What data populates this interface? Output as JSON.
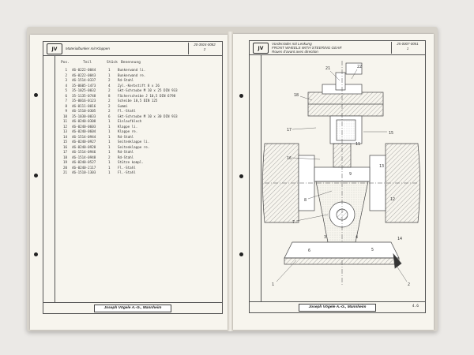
{
  "left_page": {
    "logo": "JV",
    "title": "Materialbunker mit Klappen",
    "doc_number": "20-3924-0082",
    "sheet": "2",
    "columns": {
      "pos": "Pos.",
      "part": "Teil",
      "qty": "Stück",
      "desc": "Benennung"
    },
    "parts": [
      {
        "pos": "1",
        "part": "46-0222-0044",
        "qty": "1",
        "desc": "Bunkerwand li."
      },
      {
        "pos": "2",
        "part": "46-0222-0043",
        "qty": "1",
        "desc": "Bunkerwand re."
      },
      {
        "pos": "3",
        "part": "46-1514-0337",
        "qty": "2",
        "desc": "Rd-Stahl"
      },
      {
        "pos": "4",
        "part": "35-0605-1473",
        "qty": "4",
        "desc": "Zyl.-Kerbstift 8 x 26"
      },
      {
        "pos": "5",
        "part": "35-1025-0032",
        "qty": "2",
        "desc": "Gkt-Schraube M 10 x 25  DIN 933"
      },
      {
        "pos": "6",
        "part": "35-1135-0748",
        "qty": "8",
        "desc": "Fächerscheibe J 10,5  DIN 6798"
      },
      {
        "pos": "7",
        "part": "35-0016-0123",
        "qty": "2",
        "desc": "Scheibe 10,5  DIN 125"
      },
      {
        "pos": "8",
        "part": "46-0111-0016",
        "qty": "2",
        "desc": "Gummi"
      },
      {
        "pos": "9",
        "part": "46-1510-0305",
        "qty": "2",
        "desc": "Fl.-Stahl"
      },
      {
        "pos": "10",
        "part": "35-1030-0033",
        "qty": "6",
        "desc": "Gkt-Schraube M 10 x 30  DIN 933"
      },
      {
        "pos": "11",
        "part": "46-0240-0308",
        "qty": "1",
        "desc": "Einlaufblech"
      },
      {
        "pos": "12",
        "part": "46-0240-0603",
        "qty": "1",
        "desc": "Klappe li."
      },
      {
        "pos": "13",
        "part": "46-0240-0604",
        "qty": "1",
        "desc": "Klappe re."
      },
      {
        "pos": "14",
        "part": "46-1514-0944",
        "qty": "1",
        "desc": "Rd-Stahl"
      },
      {
        "pos": "15",
        "part": "46-0240-0927",
        "qty": "1",
        "desc": "Seitenklappe li."
      },
      {
        "pos": "16",
        "part": "46-0240-0928",
        "qty": "1",
        "desc": "Seitenklappe re."
      },
      {
        "pos": "17",
        "part": "46-1514-0946",
        "qty": "1",
        "desc": "Rd-Stahl"
      },
      {
        "pos": "18",
        "part": "46-1514-0948",
        "qty": "2",
        "desc": "Rd-Stahl"
      },
      {
        "pos": "19",
        "part": "46-0240-0527",
        "qty": "1",
        "desc": "Stütze kompl."
      },
      {
        "pos": "20",
        "part": "46-0240-2117",
        "qty": "1",
        "desc": "Fl.-Stahl"
      },
      {
        "pos": "21",
        "part": "46-1510-1303",
        "qty": "1",
        "desc": "Fl.-Stahl"
      }
    ],
    "footer": "Joseph Vögele A.-G., Mannheim"
  },
  "right_page": {
    "logo": "JV",
    "title_lines": [
      "Vorderräder mit Lenkung",
      "FRONT WHEELS WITH STEERING GEAR",
      "Roues d'avant avec direction"
    ],
    "doc_number": "25-0007-0051",
    "sheet": "1",
    "footer": "Joseph Vögele A.-G., Mannheim",
    "page_number": "4.6",
    "callouts": [
      "21",
      "22",
      "18",
      "17",
      "16",
      "15",
      "8",
      "7",
      "9",
      "3",
      "4",
      "5",
      "1",
      "2",
      "6",
      "14",
      "12",
      "11",
      "13"
    ]
  }
}
